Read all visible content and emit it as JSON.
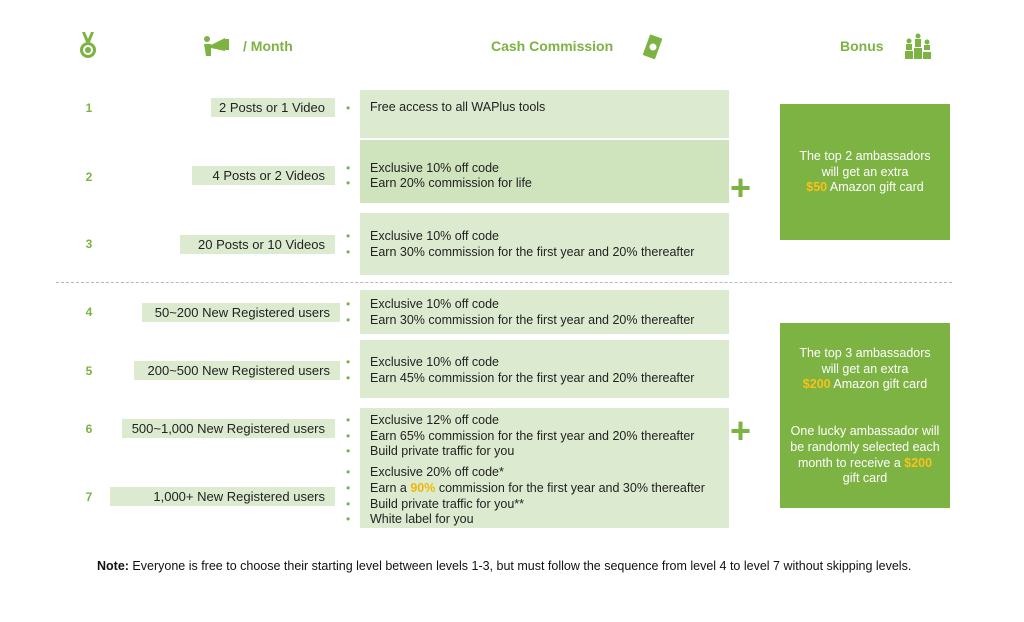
{
  "header": {
    "month_label": "/ Month",
    "cash_label": "Cash Commission",
    "bonus_label": "Bonus",
    "icons": [
      "medal-icon",
      "megaphone-icon",
      "money-icon",
      "podium-icon"
    ]
  },
  "levels": [
    {
      "num": "1",
      "requirement": "2 Posts or 1 Video",
      "benefits": [
        "Free access to all WAPlus tools"
      ]
    },
    {
      "num": "2",
      "requirement": "4 Posts or 2 Videos",
      "benefits": [
        "Exclusive 10% off code",
        "Earn 20% commission for life"
      ]
    },
    {
      "num": "3",
      "requirement": "20 Posts or 10 Videos",
      "benefits": [
        "Exclusive 10% off code",
        "Earn 30% commission for the first year and 20% thereafter"
      ]
    },
    {
      "num": "4",
      "requirement": "50~200 New Registered users",
      "benefits": [
        "Exclusive 10% off code",
        "Earn 30% commission for the first year and 20% thereafter"
      ]
    },
    {
      "num": "5",
      "requirement": "200~500 New Registered users",
      "benefits": [
        "Exclusive 10% off code",
        "Earn 45% commission for the first year and 20% thereafter"
      ]
    },
    {
      "num": "6",
      "requirement": "500~1,000 New Registered users",
      "benefits": [
        "Exclusive 12% off code",
        "Earn 65% commission for the first year and 20% thereafter",
        "Build private traffic for you"
      ]
    },
    {
      "num": "7",
      "requirement": "1,000+ New Registered users",
      "benefits": [
        "Exclusive 20% off code*",
        "Earn a ",
        "90%",
        " commission for the first year and 30% thereafter",
        "Build private traffic for you**",
        "White label for you"
      ]
    }
  ],
  "plus_sign": "+",
  "bonus_boxes": [
    {
      "line1": "The top 2 ambassadors",
      "line2": "will get an extra",
      "amount": "$50",
      "line3": " Amazon gift card"
    },
    {
      "line1": "The top 3 ambassadors",
      "line2": "will get an extra",
      "amount": "$200",
      "line3": " Amazon gift card",
      "lucky1": "One lucky ambassador will",
      "lucky2": "be randomly selected each",
      "lucky3": "month to receive a ",
      "lucky_amount": "$200",
      "lucky4": "gift card"
    }
  ],
  "note": {
    "label": "Note:",
    "text": " Everyone is free to choose their starting level between levels 1-3, but must follow the sequence from level 4 to level 7 without skipping levels."
  },
  "colors": {
    "accent_green": "#7cb342",
    "light_green": "#dcebd0",
    "gold": "#f7c21a"
  }
}
